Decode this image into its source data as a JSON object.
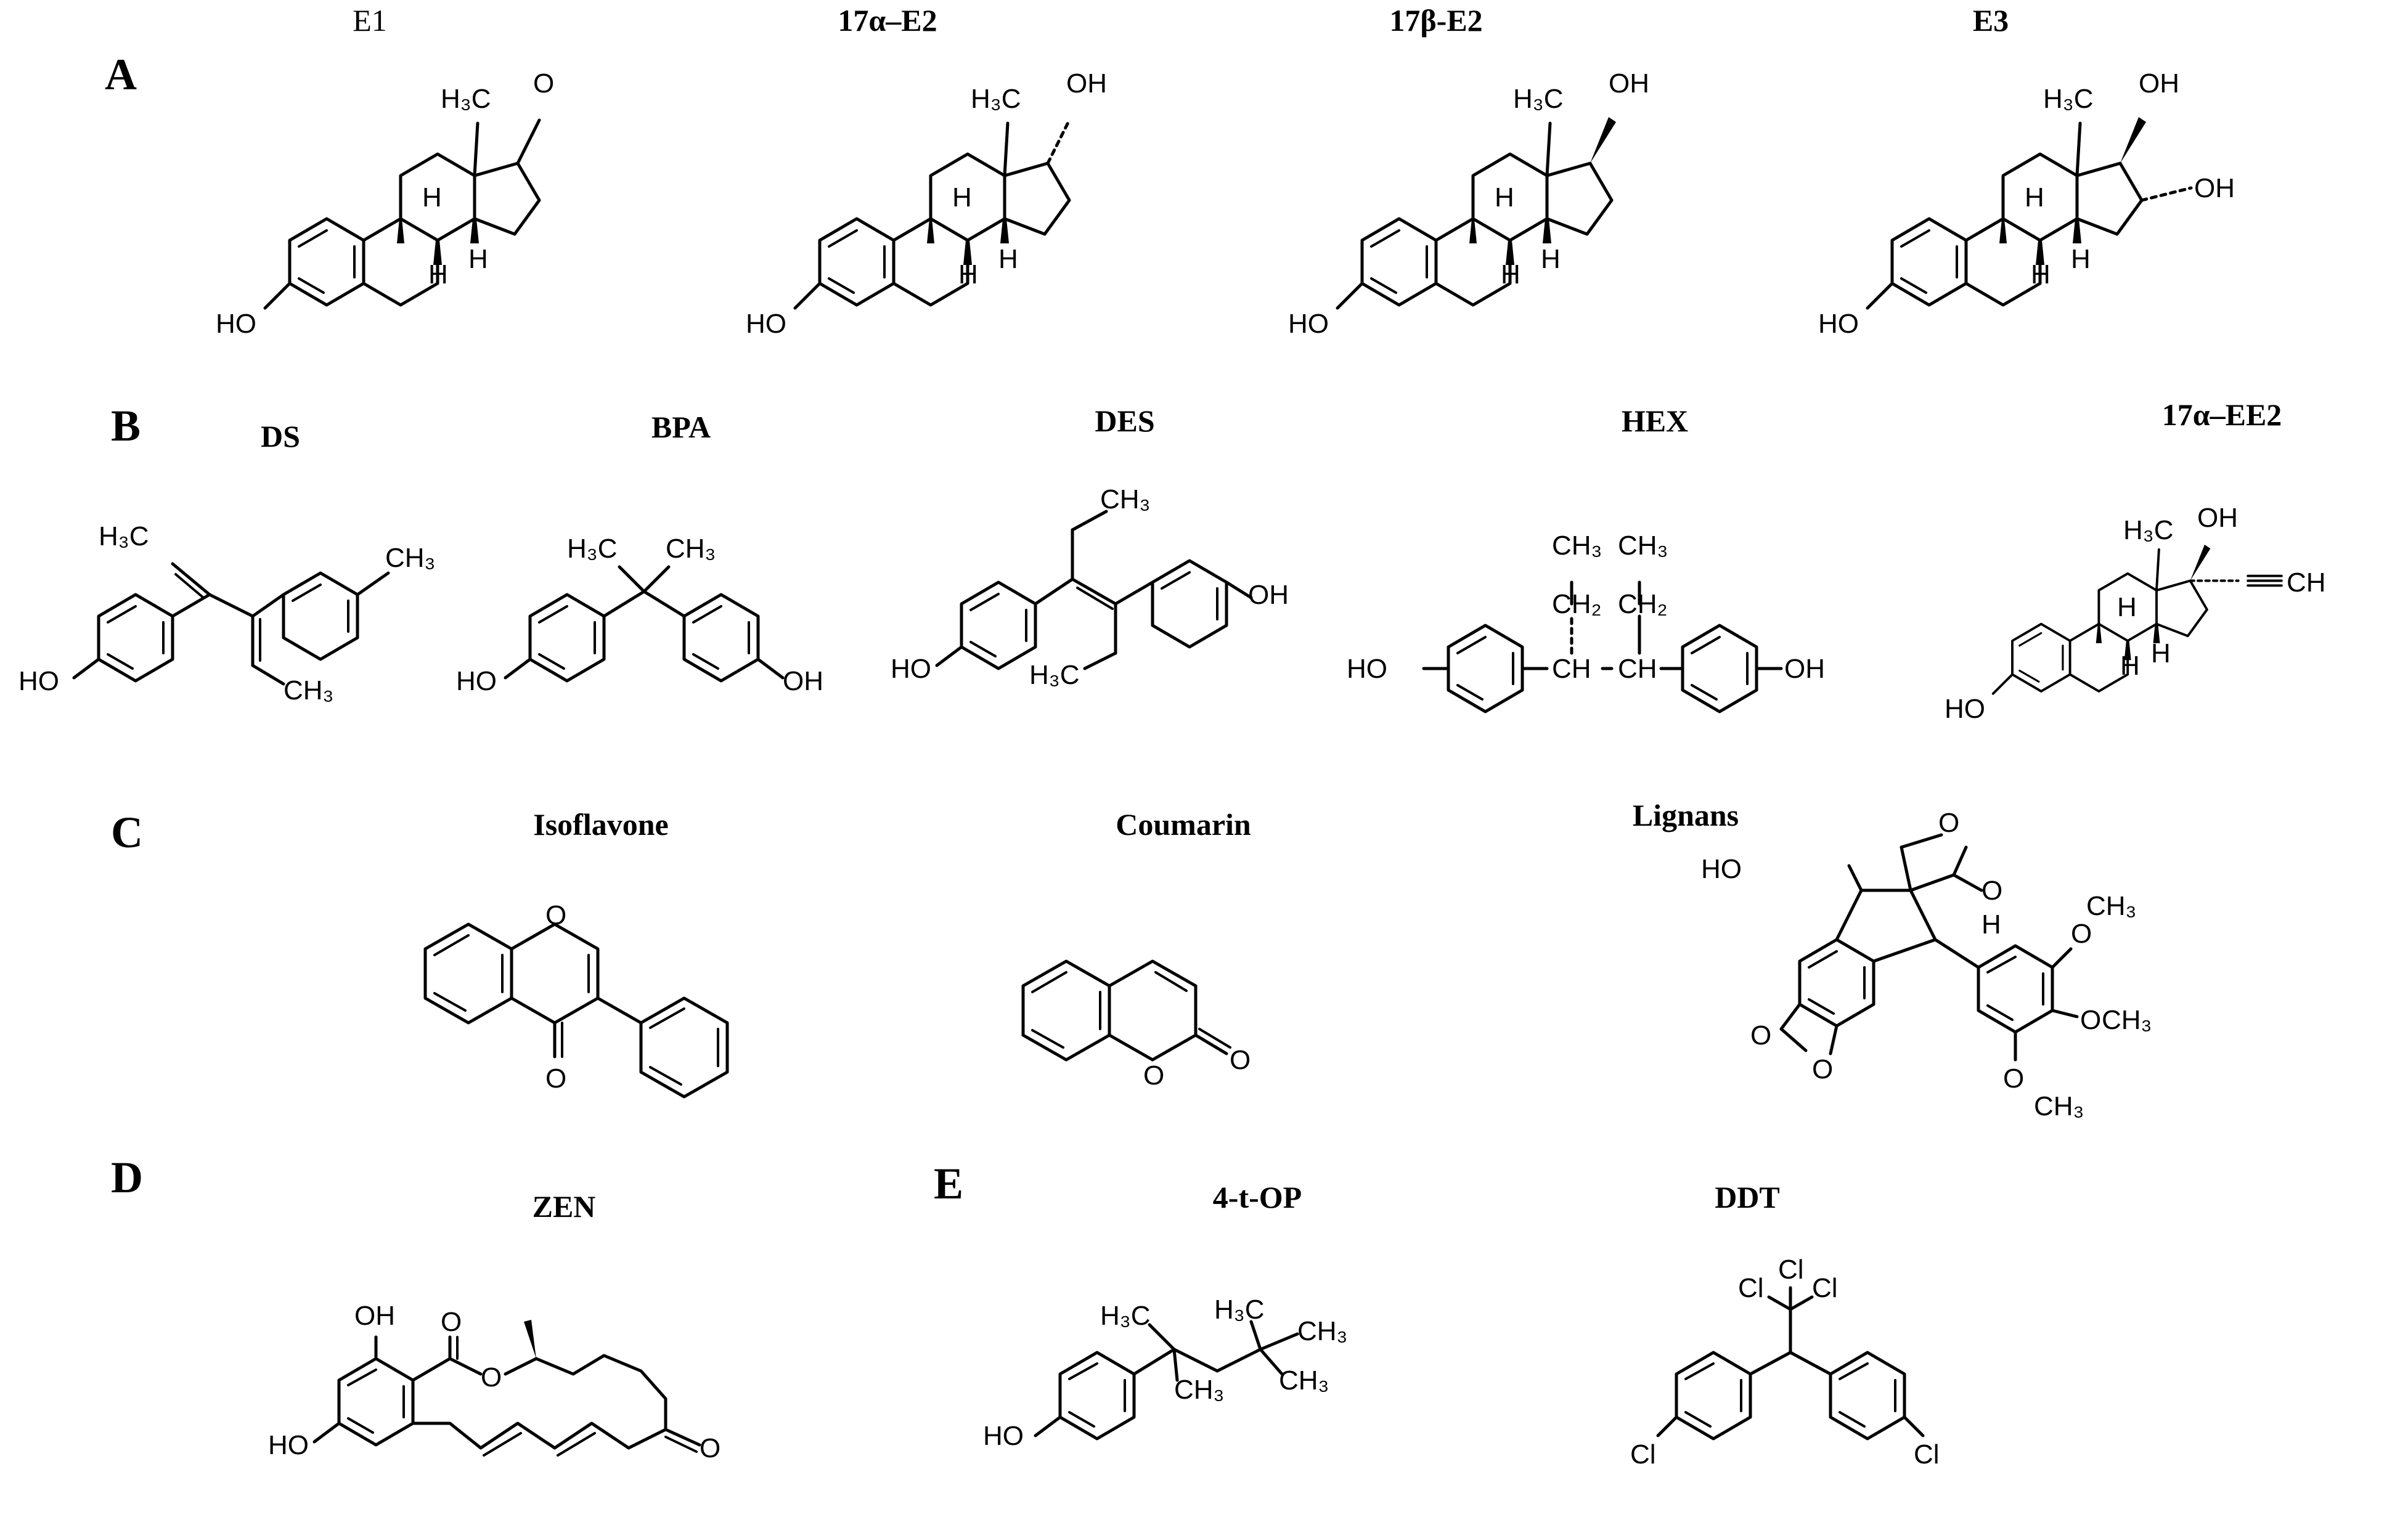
{
  "sections": [
    {
      "letter": "A",
      "compounds": [
        "E1",
        "17α–E2",
        "17β-E2",
        "E3"
      ]
    },
    {
      "letter": "B",
      "compounds": [
        "DS",
        "BPA",
        "DES",
        "HEX",
        "17α–EE2"
      ]
    },
    {
      "letter": "C",
      "compounds": [
        "Isoflavone",
        "Coumarin",
        "Lignans"
      ]
    },
    {
      "letter": "D",
      "compounds": [
        "ZEN"
      ]
    },
    {
      "letter": "E",
      "compounds": [
        "4-t-OP",
        "DDT"
      ]
    }
  ],
  "atoms": {
    "ho": "HO",
    "oh": "OH",
    "h3c": "H₃C",
    "ch3": "CH₃",
    "ch2": "CH₂",
    "ch": "CH",
    "o": "O",
    "h": "H",
    "cl": "Cl",
    "ch_alkyne": "CH"
  }
}
